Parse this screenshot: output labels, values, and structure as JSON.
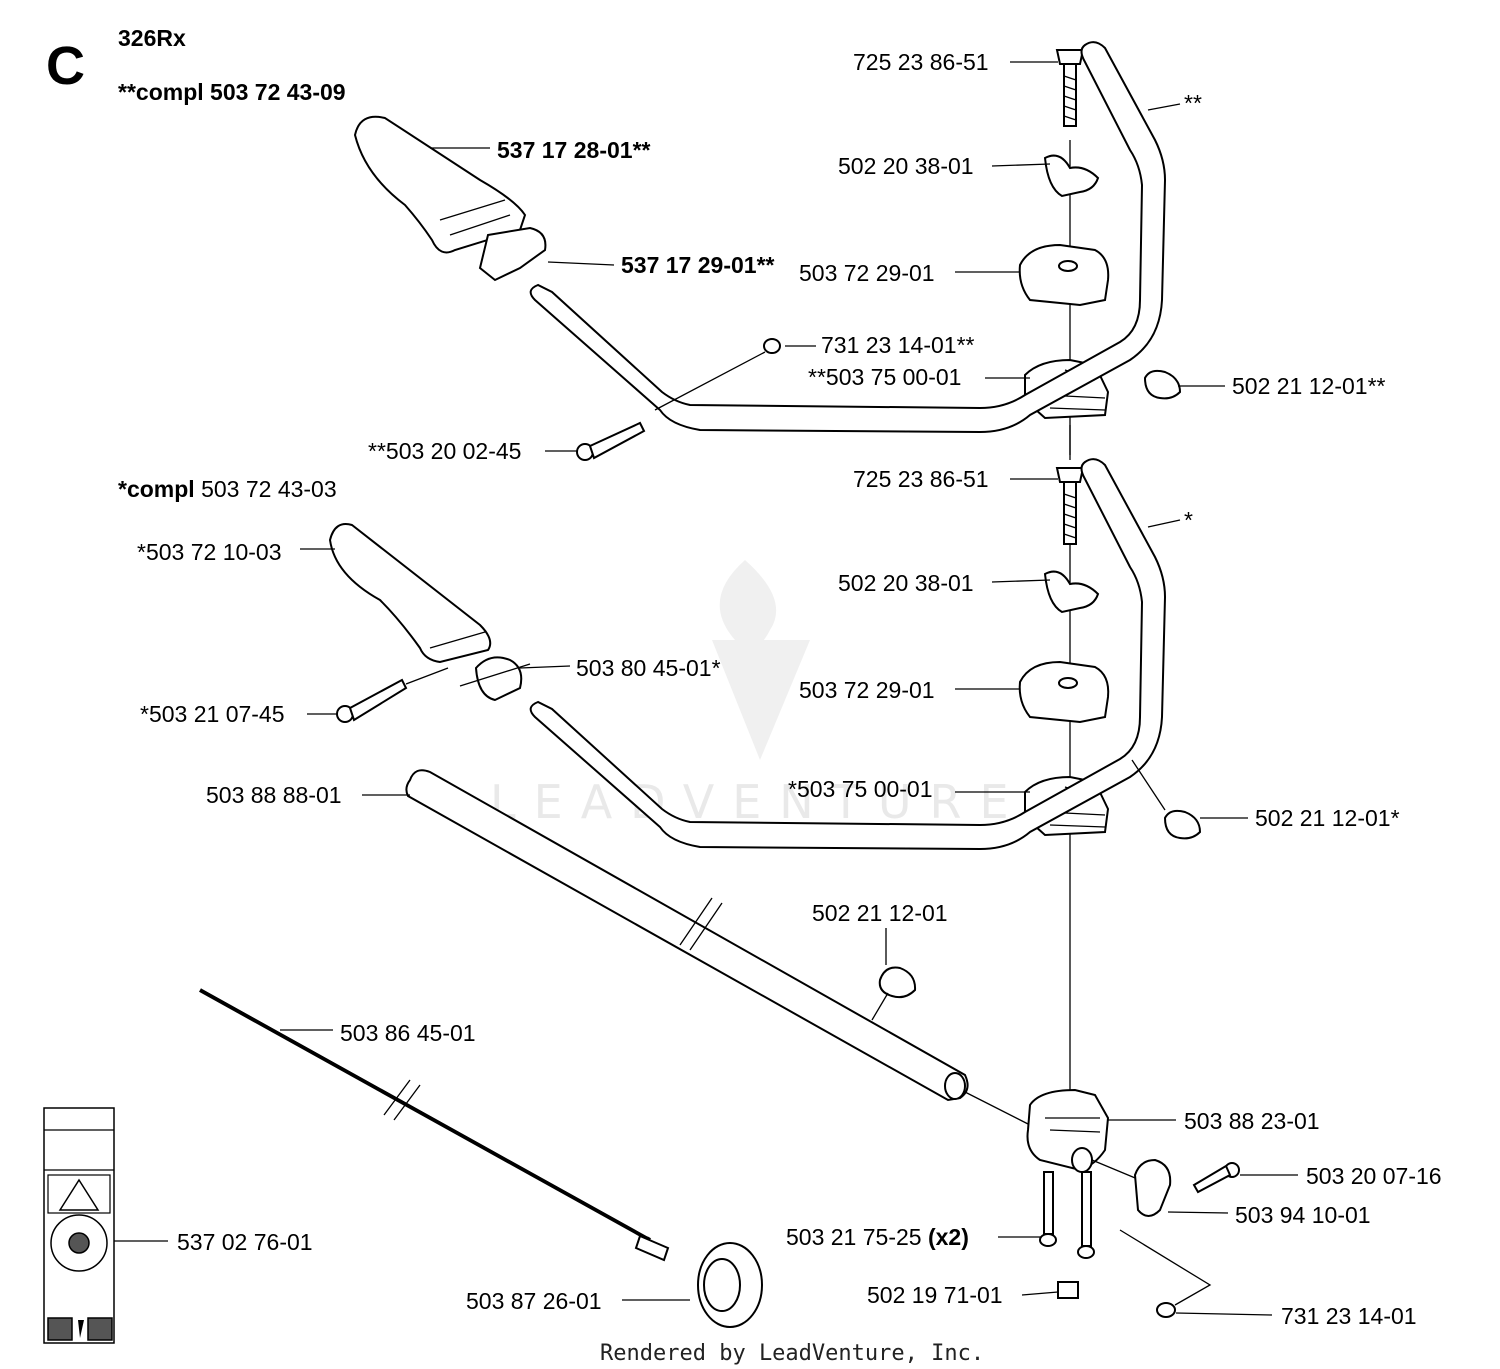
{
  "section_letter": "C",
  "model": "326Rx",
  "kit_double": {
    "prefix": "**compl",
    "number": " 503 72 43-09"
  },
  "kit_single": {
    "prefix": "*compl",
    "number": " 503 72 43-03"
  },
  "watermark": "LEADVENTURE",
  "footer": "Rendered by LeadVenture, Inc.",
  "x2": "(x2)",
  "labels": {
    "p725_a": "725 23 86-51",
    "p502_20_a": "502 20 38-01",
    "p503_72_29_a": "503 72 29-01",
    "p731_a": "731 23 14-01**",
    "p503_75_a": "**503 75 00-01",
    "p502_21_a": "502 21 12-01**",
    "p503_20_02": "**503 20 02-45",
    "p537_17_28": "537 17 28-01**",
    "p537_17_29": "537 17 29-01**",
    "tube_a": "**",
    "p725_b": "725 23 86-51",
    "p502_20_b": "502 20 38-01",
    "p503_72_29_b": "503 72 29-01",
    "p503_75_b": "*503 75 00-01",
    "p502_21_b": "502 21 12-01*",
    "tube_b": "*",
    "p503_72_10": "*503 72 10-03",
    "p503_80_45": "503 80 45-01*",
    "p503_21_07": "*503 21 07-45",
    "p503_88_88": "503 88 88-01",
    "p502_21_c": "502 21 12-01",
    "p503_86_45": "503 86 45-01",
    "p503_88_23": "503 88 23-01",
    "p503_20_07": "503 20 07-16",
    "p503_94_10": "503 94 10-01",
    "p503_21_75": "503 21 75-25",
    "p502_19_71": "502 19 71-01",
    "p731_b": "731 23 14-01",
    "p537_02_76": "537 02 76-01",
    "p503_87_26": "503 87 26-01"
  }
}
